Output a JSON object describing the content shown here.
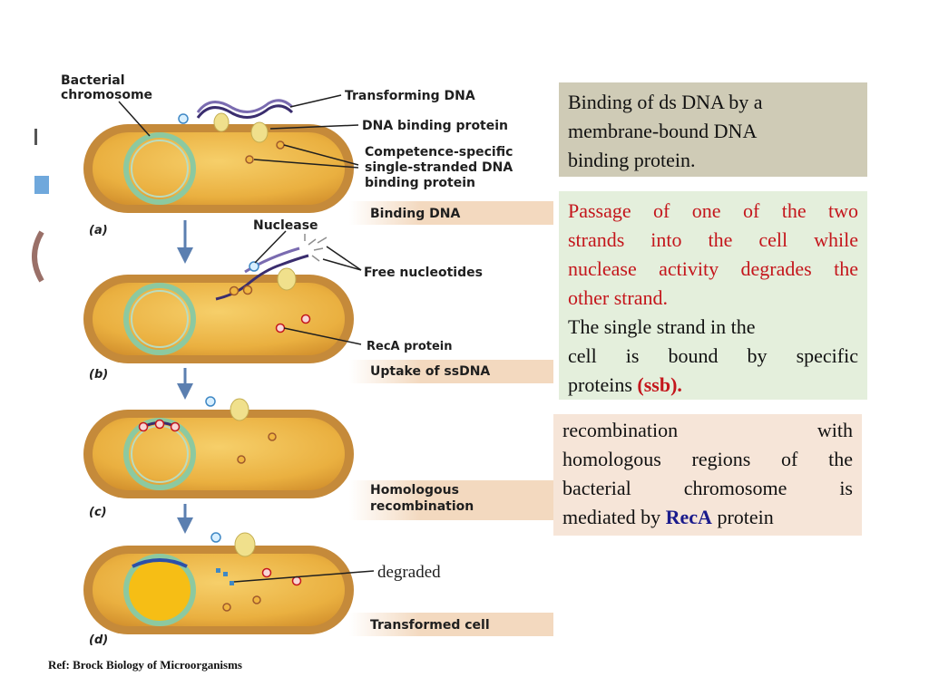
{
  "diagram": {
    "labels": {
      "bacterial_chromosome": [
        "Bacterial",
        "chromosome"
      ],
      "transforming_dna": "Transforming DNA",
      "dna_binding_protein": "DNA binding protein",
      "competence_protein": [
        "Competence-specific",
        "single-stranded DNA",
        "binding protein"
      ],
      "nuclease": "Nuclease",
      "free_nucleotides": "Free nucleotides",
      "reca_protein": "RecA protein",
      "degraded": "degraded"
    },
    "steps": [
      "(a)",
      "(b)",
      "(c)",
      "(d)"
    ],
    "stages": {
      "a": [
        "Binding DNA"
      ],
      "b": [
        "Uptake of ssDNA"
      ],
      "c": [
        "Homologous",
        "recombination"
      ],
      "d": [
        "Transformed cell"
      ]
    },
    "reference": "Ref: Brock Biology of Microorganisms"
  },
  "boxes": {
    "box1": [
      "Binding of ds DNA by a",
      "membrane-bound DNA",
      "binding protein."
    ],
    "box2": {
      "red_lines": [
        "Passage of one of the two",
        "strands into the cell while",
        "nuclease activity degrades the",
        "other strand."
      ],
      "line1": "The single strand in the",
      "line2": "cell is bound by specific",
      "line3_prefix": "proteins ",
      "line3_highlight": "(ssb)."
    },
    "box3": {
      "lines": [
        "recombination with",
        "homologous regions of the",
        "bacterial chromosome is"
      ],
      "line4_prefix": "mediated by ",
      "line4_highlight": "RecA",
      "line4_suffix": " protein"
    }
  },
  "colors": {
    "cell_outer": "#c58a3a",
    "cell_inner": "#f0b640",
    "chromosome": "#8cc9a0",
    "label_bar": "#f3d9bf",
    "box1_bg": "#cfcbb6",
    "box2_bg": "#e4efdc",
    "box3_bg": "#f6e5d8",
    "arrow": "#5b7fb0"
  }
}
